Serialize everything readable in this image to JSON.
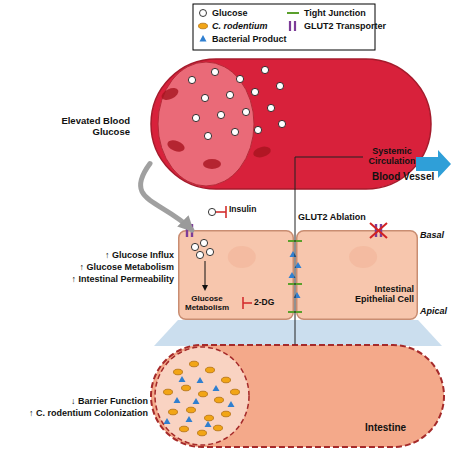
{
  "diagram": {
    "nodes": [
      {
        "text": [
          "Systemic Circulation",
          "Blood Vessel"
        ]
      },
      {
        "text": [
          "Glucose Metabolism"
        ]
      },
      {
        "text": [
          "Intestinal Epithelial Cell"
        ]
      },
      {
        "text": [
          "Intestine"
        ]
      }
    ],
    "edges": [
      {
        "from": 0,
        "to": 1,
        "arrow": "to"
      },
      {
        "from": 3,
        "to": 0,
        "arrow": "none"
      }
    ],
    "labels": [
      "Elevated Blood Glucose",
      "Insulin",
      "GLUT2 Ablation",
      "Basal",
      "Apical",
      "↑ Glucose Influx",
      "↑ Glucose Metabolism",
      "↑ Intestinal Permeability",
      "2-DG",
      "↓ Barrier Function",
      "↑ C. rodentium Colonization"
    ],
    "legend": [
      {
        "text": "Glucose"
      },
      {
        "text": "C. rodentium"
      },
      {
        "text": "Bacterial Product"
      },
      {
        "text": "Tight Junction"
      },
      {
        "text": "GLUT2 Transporter"
      }
    ]
  }
}
